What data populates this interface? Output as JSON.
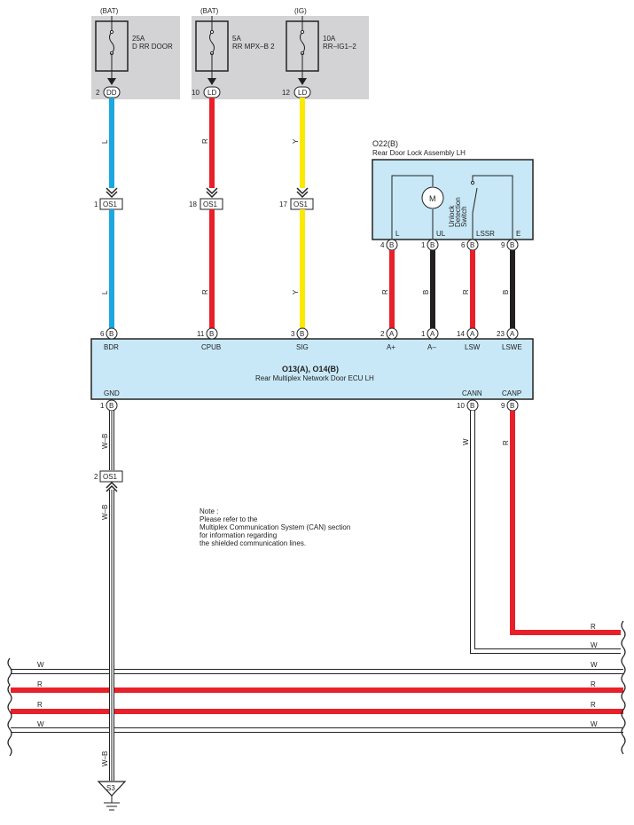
{
  "fuses": [
    {
      "source": "(BAT)",
      "rating": "25A",
      "name": "D RR DOOR",
      "pin": "2",
      "conn": "DD",
      "wire": "L",
      "color": "#1ba7e0"
    },
    {
      "source": "(BAT)",
      "rating": "5A",
      "name": "RR MPX–B 2",
      "pin": "10",
      "conn": "LD",
      "wire": "R",
      "color": "#e8202a"
    },
    {
      "source": "(IG)",
      "rating": "10A",
      "name": "RR–IG1–2",
      "pin": "12",
      "conn": "LD",
      "wire": "Y",
      "color": "#fde800"
    }
  ],
  "os1": {
    "label": "OS1",
    "pins_top": [
      "1",
      "18",
      "17"
    ],
    "gnd_pin": "2"
  },
  "lock_assembly": {
    "code": "O22(B)",
    "name": "Rear Door Lock Assembly LH",
    "motor": "M",
    "switch_label": [
      "Unlock",
      "Detection",
      "Switch"
    ],
    "terminals": [
      {
        "label": "L",
        "pin": "4",
        "conn": "B",
        "wire": "R"
      },
      {
        "label": "UL",
        "pin": "1",
        "conn": "B",
        "wire": "B"
      },
      {
        "label": "LSSR",
        "pin": "6",
        "conn": "B",
        "wire": "R"
      },
      {
        "label": "E",
        "pin": "9",
        "conn": "B",
        "wire": "B"
      }
    ]
  },
  "ecu": {
    "code": "O13(A), O14(B)",
    "name": "Rear Multiplex Network Door ECU LH",
    "top_pins": [
      {
        "pin": "6",
        "conn": "B",
        "label": "BDR"
      },
      {
        "pin": "11",
        "conn": "B",
        "label": "CPUB"
      },
      {
        "pin": "3",
        "conn": "B",
        "label": "SIG"
      },
      {
        "pin": "2",
        "conn": "A",
        "label": "A+"
      },
      {
        "pin": "1",
        "conn": "A",
        "label": "A–"
      },
      {
        "pin": "14",
        "conn": "A",
        "label": "LSW"
      },
      {
        "pin": "23",
        "conn": "A",
        "label": "LSWE"
      }
    ],
    "bottom_pins": [
      {
        "pin": "1",
        "conn": "B",
        "label": "GND"
      },
      {
        "pin": "10",
        "conn": "B",
        "label": "CANN"
      },
      {
        "pin": "9",
        "conn": "B",
        "label": "CANP"
      }
    ]
  },
  "wire_labels": {
    "L": "L",
    "R": "R",
    "Y": "Y",
    "B": "B",
    "W": "W",
    "WB": "W–B"
  },
  "note": {
    "lines": [
      "Note :",
      "Please refer to the",
      "Multiplex Communication System (CAN) section",
      "for information regarding",
      "the shielded communication lines."
    ]
  },
  "ground": "S3",
  "colors": {
    "red": "#e8202a",
    "blue": "#1ba7e0",
    "yellow": "#fde800",
    "black": "#231f20",
    "fuse_bg": "#d3d3d5",
    "ecu_bg": "#c8e8f7"
  }
}
